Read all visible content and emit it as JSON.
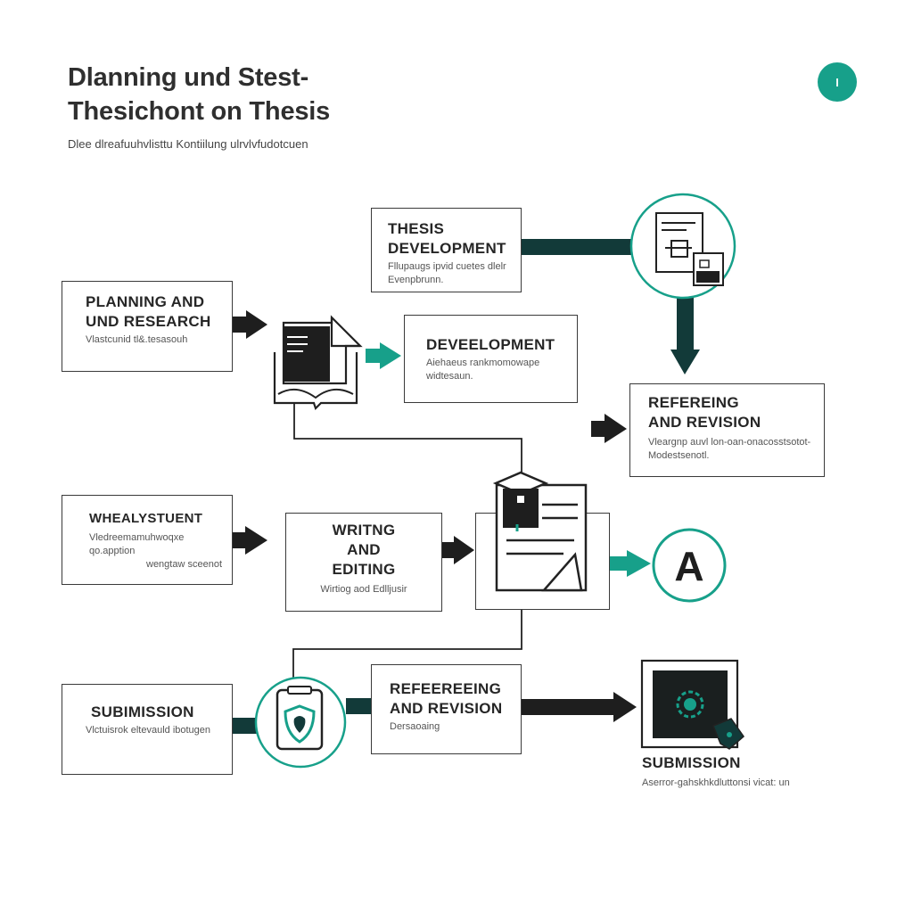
{
  "header": {
    "title_line1": "Dlanning und Stest-",
    "title_line2": "Thesichont on Thesis",
    "subtitle": "Dlee dlreafuuhvlisttu Kontiilung ulrvlvfudotcuen",
    "badge": "I"
  },
  "nodes": {
    "planning": {
      "label1": "PLANNING AND",
      "label2": "UND RESEARCH",
      "desc": "Vlastcunid tl&.tesasouh"
    },
    "thesis_dev": {
      "label1": "THESIS",
      "label2": "DEVELOPMENT",
      "desc1": "Fllupaugs ipvid cuetes dlelr",
      "desc2": "Evenpbrunn."
    },
    "development": {
      "label": "DEVEELOPMENT",
      "desc1": "Aiehaeus rankmomowape",
      "desc2": "widtesaun."
    },
    "refereing": {
      "label1": "REFEREING",
      "label2": "AND REVISION",
      "desc1": "Vleargnp auvl lon-oan-onacosstsotot-",
      "desc2": "Modestsenotl."
    },
    "wealystuent": {
      "label": "WHEALYSTUENT",
      "desc1": "Vledreemamuhwoqxe qo.apption",
      "desc2": "wengtaw sceenot"
    },
    "writing": {
      "label1": "WRITNG",
      "label2": "AND",
      "label3": "EDITING",
      "desc": "Wirtiog aod Edlljusir"
    },
    "submission_left": {
      "label": "SUBIMISSION",
      "desc": "Vlctuisrok eltevauld ibotugen"
    },
    "refereeing2": {
      "label1": "REFEEREEING",
      "label2": "AND REVISION",
      "desc": "Dersaoaing"
    },
    "submission_right": {
      "label": "SUBMISSION",
      "desc": "Aserror-gahskhkdluttonsi vicat: un"
    },
    "grade": {
      "letter": "A"
    }
  },
  "colors": {
    "accent": "#17a08a",
    "dark": "#123a39",
    "outline": "#3a3a3a"
  },
  "icons": [
    "book-document-icon",
    "document-figure-icon",
    "graduation-document-icon",
    "grade-a-icon",
    "shield-clipboard-icon",
    "monitor-gear-icon"
  ]
}
